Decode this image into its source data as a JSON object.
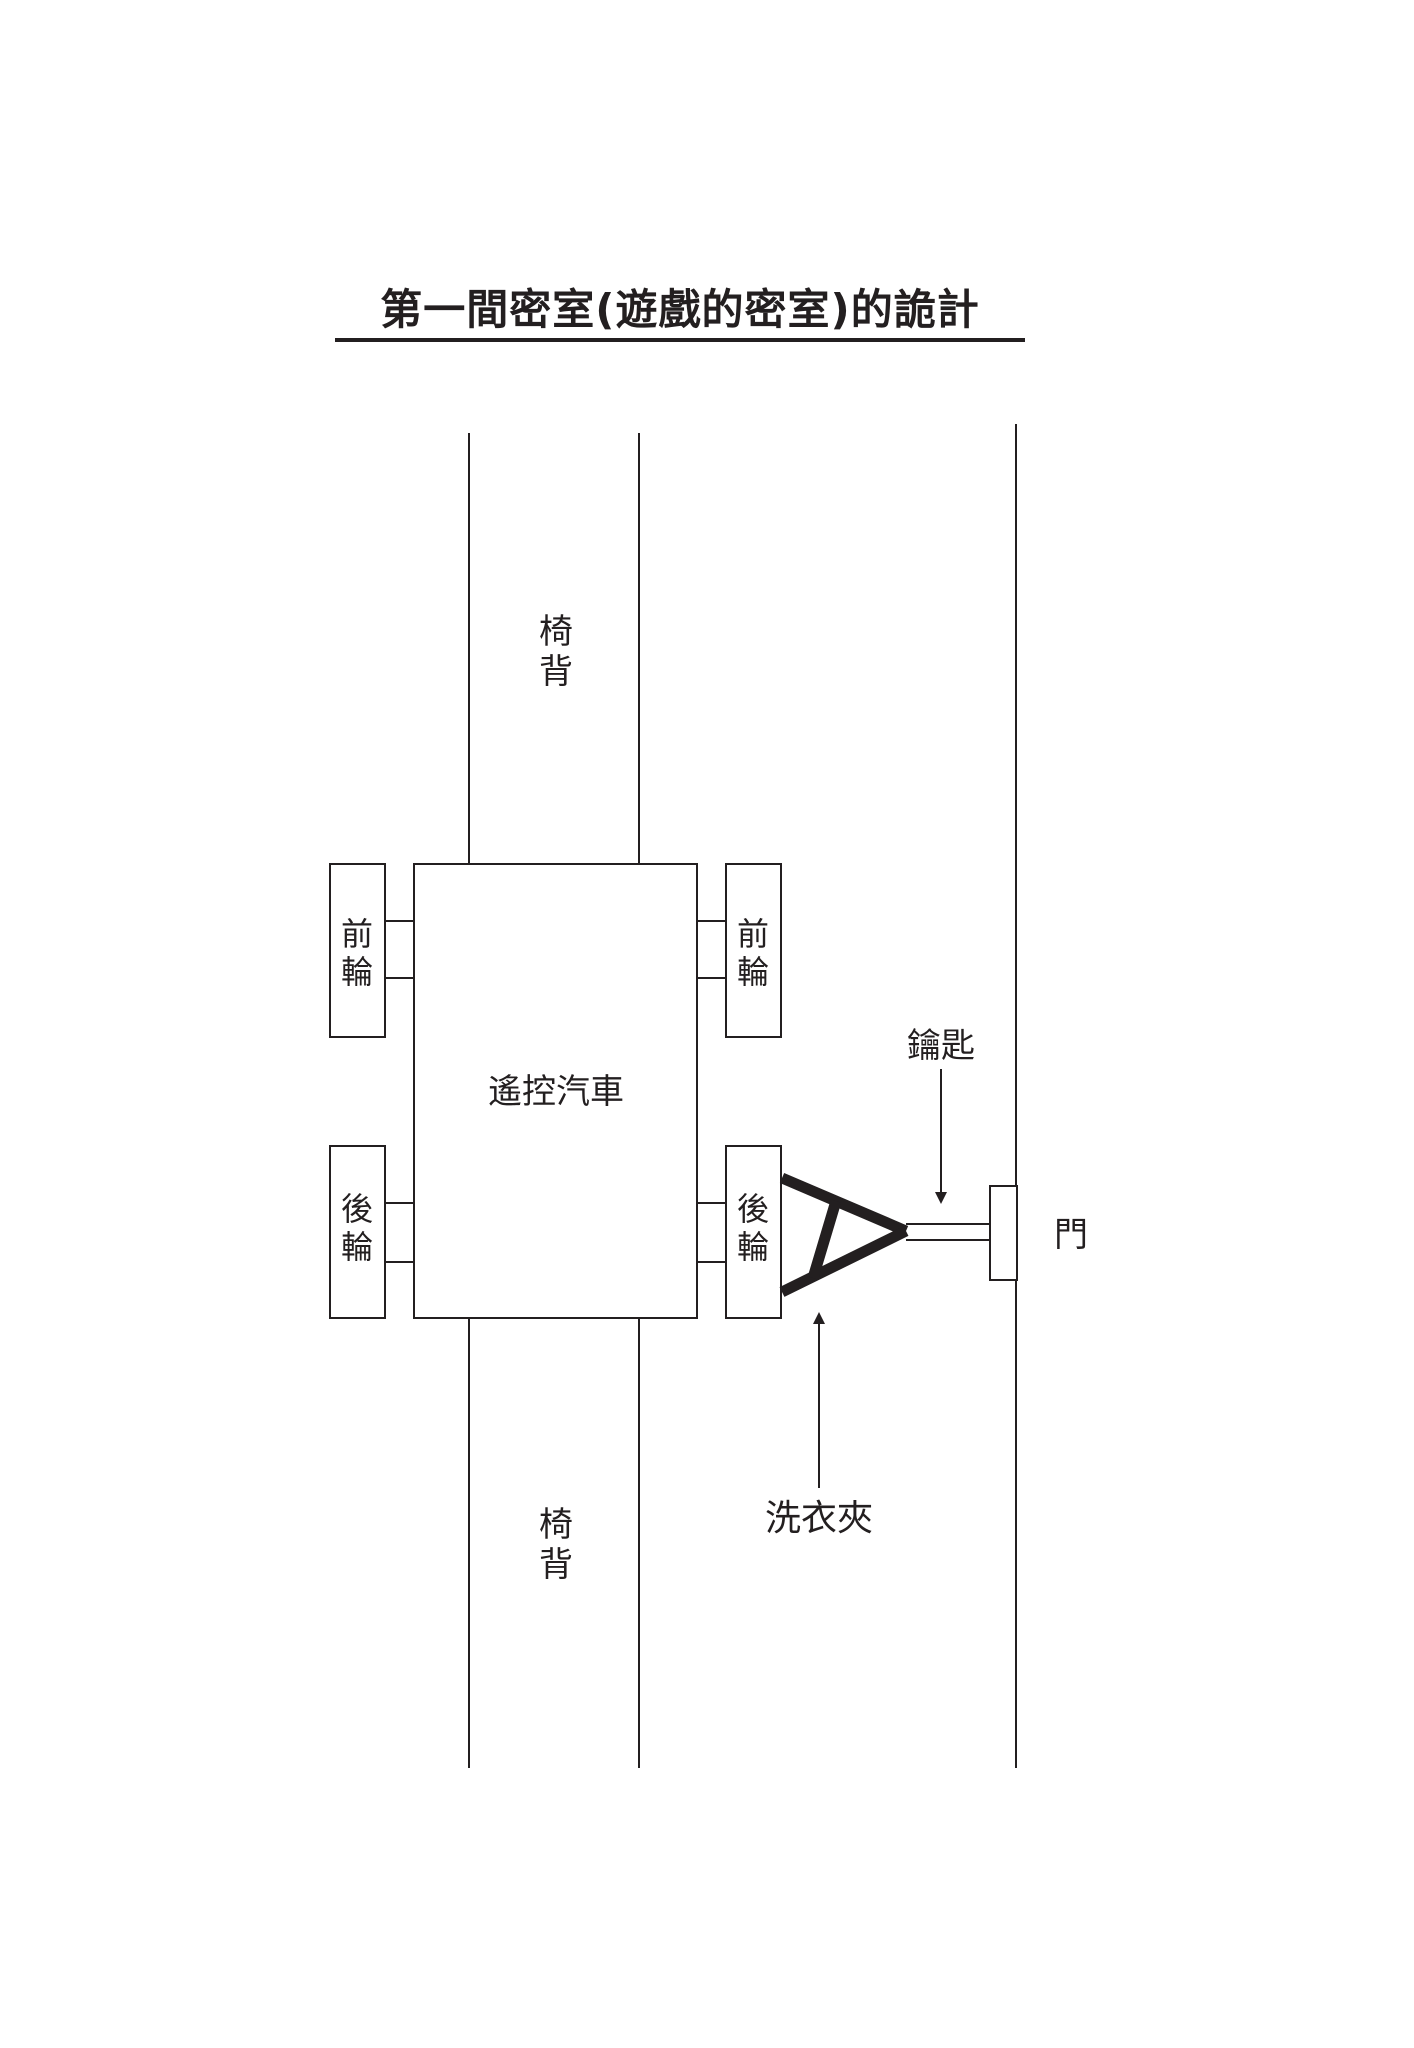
{
  "title": "第一間密室(遊戲的密室)的詭計",
  "labels": {
    "seat_back_top": "椅背",
    "seat_back_bottom": "椅背",
    "front_wheel_left": "前輪",
    "front_wheel_right": "前輪",
    "rear_wheel_left": "後輪",
    "rear_wheel_right": "後輪",
    "car": "遙控汽車",
    "key": "鑰匙",
    "clothespin": "洗衣夾",
    "door": "門"
  },
  "colors": {
    "ink": "#231f20",
    "background": "#ffffff"
  }
}
